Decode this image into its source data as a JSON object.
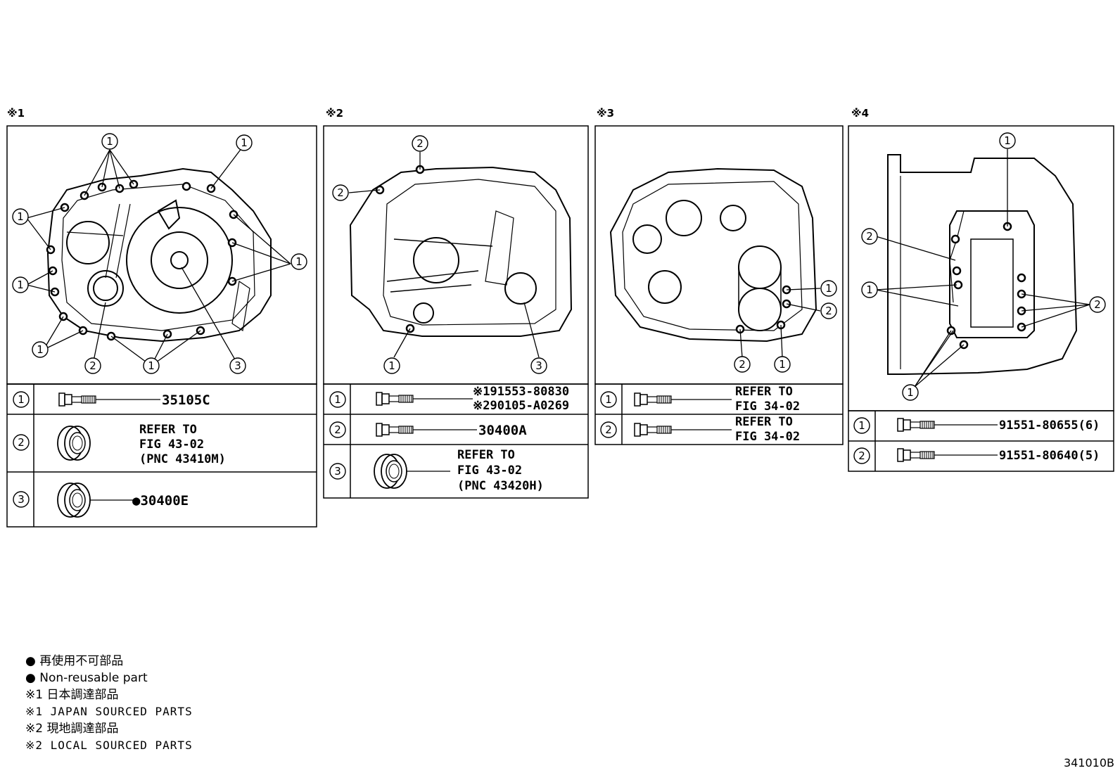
{
  "panels": [
    {
      "mark": "※1",
      "rows": [
        {
          "num": "1",
          "lines": [
            "35105C"
          ]
        },
        {
          "num": "2",
          "lines": [
            "REFER TO",
            "FIG 43-02",
            "(PNC 43410M)"
          ]
        },
        {
          "num": "3",
          "lines": [
            "●30400E"
          ]
        }
      ],
      "callouts": [
        "1",
        "1",
        "1",
        "1",
        "1",
        "1",
        "2",
        "1",
        "3"
      ]
    },
    {
      "mark": "※2",
      "rows": [
        {
          "num": "1",
          "lines": [
            "※191553-80830",
            "※290105-A0269"
          ]
        },
        {
          "num": "2",
          "lines": [
            "30400A"
          ]
        },
        {
          "num": "3",
          "lines": [
            "REFER TO",
            "FIG 43-02",
            "(PNC 43420H)"
          ]
        }
      ],
      "callouts": [
        "2",
        "2",
        "1",
        "3"
      ]
    },
    {
      "mark": "※3",
      "rows": [
        {
          "num": "1",
          "lines": [
            "REFER TO",
            "FIG 34-02"
          ]
        },
        {
          "num": "2",
          "lines": [
            "REFER TO",
            "FIG 34-02"
          ]
        }
      ],
      "callouts": [
        "1",
        "2",
        "2",
        "1"
      ]
    },
    {
      "mark": "※4",
      "rows": [
        {
          "num": "1",
          "lines": [
            "91551-80655(6)"
          ]
        },
        {
          "num": "2",
          "lines": [
            "91551-80640(5)"
          ]
        }
      ],
      "callouts": [
        "1",
        "2",
        "1",
        "2",
        "1"
      ]
    }
  ],
  "legend": [
    "● 再使用不可部品",
    "● Non-reusable part",
    "※1 日本調達部品",
    "※1 JAPAN SOURCED PARTS",
    "※2 現地調達部品",
    "※2 LOCAL SOURCED PARTS"
  ],
  "figure_code": "341010B"
}
